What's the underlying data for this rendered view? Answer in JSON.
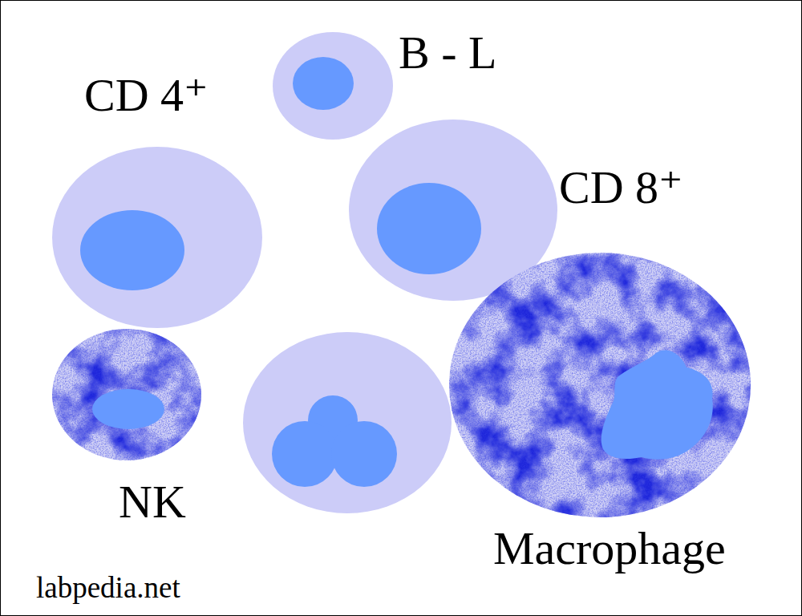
{
  "diagram": {
    "nodes": [
      {
        "text": [
          "CD 4⁺"
        ]
      },
      {
        "text": [
          "B - L"
        ]
      },
      {
        "text": [
          "CD 8⁺"
        ]
      },
      {
        "text": [
          "NK"
        ]
      },
      {
        "text": [
          "Macrophage"
        ]
      }
    ],
    "labels": [
      "labpedia.net"
    ]
  }
}
